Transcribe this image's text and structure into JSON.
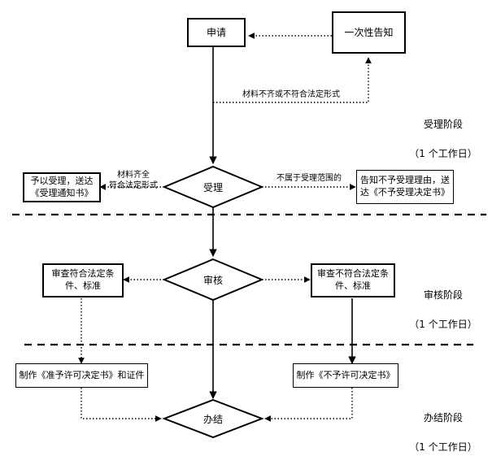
{
  "document": {
    "title": "行政许可办理流程图",
    "language": "zh-CN",
    "background_color": "#ffffff",
    "line_color": "#000000"
  },
  "nodes": {
    "apply": {
      "label": "申请",
      "shape": "rectangle"
    },
    "one_time_notice": {
      "label": "一次性告知",
      "shape": "rectangle"
    },
    "accept_decision": {
      "label": "受理",
      "shape": "diamond"
    },
    "accept_yes": {
      "label": "予以受理，送达\n《受理通知书》",
      "shape": "rectangle"
    },
    "accept_no": {
      "label": "告知不予受理理由，送\n达《不予受理决定书》",
      "shape": "rectangle"
    },
    "review_decision": {
      "label": "审核",
      "shape": "diamond"
    },
    "review_pass": {
      "label": "审查符合法定条\n件、标准",
      "shape": "rectangle"
    },
    "review_fail": {
      "label": "审查不符合法定条\n件、标准",
      "shape": "rectangle"
    },
    "permit_grant": {
      "label": "制作《准予许可决定书》和证件",
      "shape": "rectangle"
    },
    "permit_deny": {
      "label": "制作《不予许可决定书》",
      "shape": "rectangle"
    },
    "complete": {
      "label": "办结",
      "shape": "diamond"
    }
  },
  "edge_labels": {
    "materials_incomplete": "材料不齐或不符合法定形式",
    "materials_complete": "材料齐全\n符合法定形式",
    "out_of_scope": "不属于受理范围的"
  },
  "stages": [
    {
      "name": "受理阶段",
      "duration": "（1 个工作日）"
    },
    {
      "name": "审核阶段",
      "duration": "（1 个工作日）"
    },
    {
      "name": "办结阶段",
      "duration": "（1 个工作日）"
    }
  ]
}
